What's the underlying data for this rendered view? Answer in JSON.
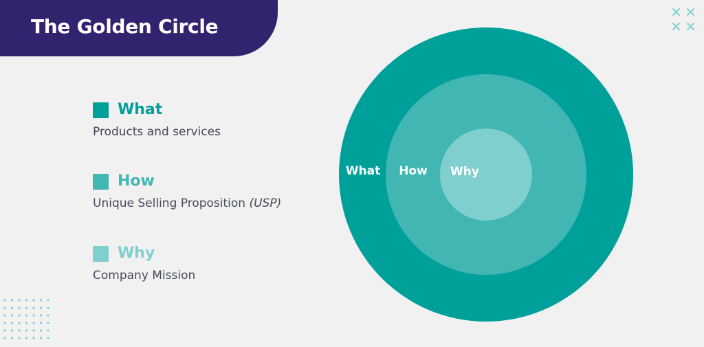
{
  "title": "The Golden Circle",
  "legend": [
    {
      "label": "What",
      "description": "Products and services",
      "description_em": "",
      "color": "#00a09a"
    },
    {
      "label": "How",
      "description": "Unique Selling Proposition ",
      "description_em": "(USP)",
      "color": "#42b6b3"
    },
    {
      "label": "Why",
      "description": "Company Mission",
      "description_em": "",
      "color": "#80cfcf"
    }
  ],
  "circle_labels": {
    "outer": "What",
    "middle": "How",
    "inner": "Why"
  },
  "colors": {
    "background": "#f1f1f1",
    "banner": "#32236f",
    "outer": "#00a09a",
    "middle": "#42b6b3",
    "inner": "#80cfcf",
    "decoration": "#7fd0d0"
  },
  "decorations": {
    "top_right": "x-pattern-icon",
    "bottom_left": "dot-grid-icon"
  }
}
